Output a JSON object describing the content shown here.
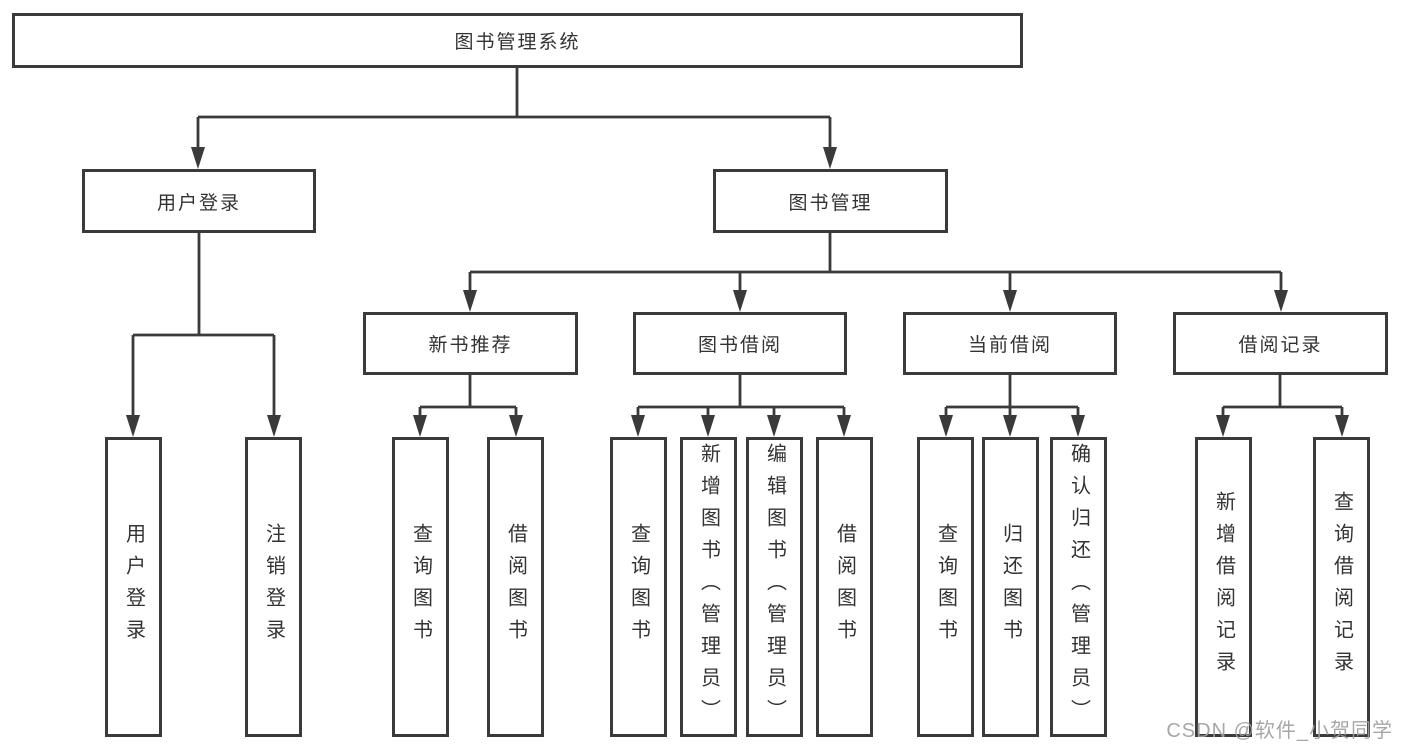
{
  "diagram": {
    "root": {
      "label": "图书管理系统",
      "children": [
        {
          "label": "用户登录",
          "children": [
            {
              "label": "用户登录"
            },
            {
              "label": "注销登录"
            }
          ]
        },
        {
          "label": "图书管理",
          "children": [
            {
              "label": "新书推荐",
              "children": [
                {
                  "label": "查询图书"
                },
                {
                  "label": "借阅图书"
                }
              ]
            },
            {
              "label": "图书借阅",
              "children": [
                {
                  "label": "查询图书"
                },
                {
                  "label": "新增图书（管理员）"
                },
                {
                  "label": "编辑图书（管理员）"
                },
                {
                  "label": "借阅图书"
                }
              ]
            },
            {
              "label": "当前借阅",
              "children": [
                {
                  "label": "查询图书"
                },
                {
                  "label": "归还图书"
                },
                {
                  "label": "确认归还（管理员）"
                }
              ]
            },
            {
              "label": "借阅记录",
              "children": [
                {
                  "label": "新增借阅记录"
                },
                {
                  "label": "查询借阅记录"
                }
              ]
            }
          ]
        }
      ]
    }
  },
  "watermark": {
    "text": "CSDN @软件_小贺同学"
  },
  "colors": {
    "line": "#3a3a3a",
    "box_border": "#3a3a3a",
    "box_fill": "#ffffff",
    "text": "#333333",
    "watermark": "#9e9e9e",
    "background": "#ffffff"
  }
}
